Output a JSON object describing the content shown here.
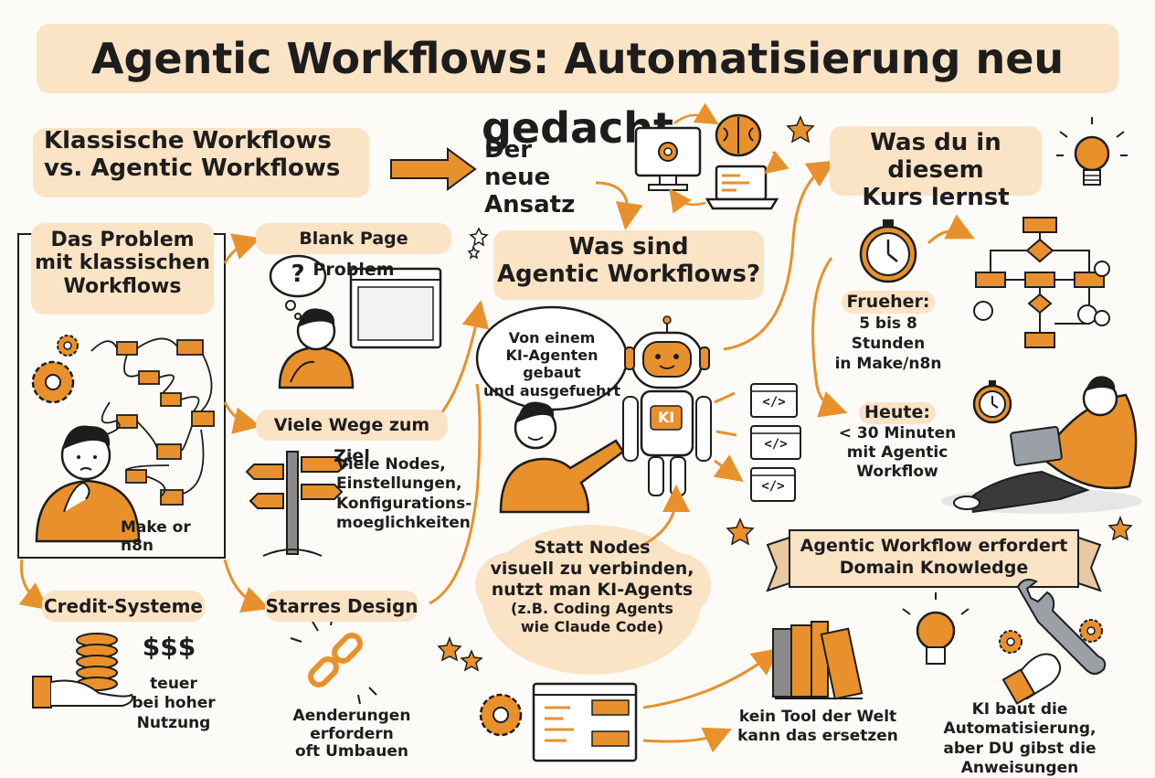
{
  "title": "Agentic Workflows: Automatisierung neu gedacht",
  "sections": {
    "compare": {
      "line1": "Klassische Workflows",
      "line2": "vs. Agentic Workflows"
    },
    "new_approach": {
      "line1": "Der neue",
      "line2": "Ansatz"
    },
    "learn": {
      "line1": "Was du in diesem",
      "line2": "Kurs lernst"
    },
    "problem": {
      "line1": "Das Problem",
      "line2": "mit klassischen",
      "line3": "Workflows",
      "caption": "Make or n8n"
    },
    "blank_page": "Blank Page Problem",
    "question_mark": "?",
    "many_paths": {
      "title": "Viele Wege zum Ziel",
      "line1": "Viele Nodes,",
      "line2": "Einstellungen,",
      "line3": "Konfigurations-",
      "line4": "moeglichkeiten"
    },
    "rigid": {
      "title": "Starres Design",
      "line1": "Aenderungen erfordern",
      "line2": "oft Umbauen"
    },
    "credits": {
      "title": "Credit-Systeme",
      "money": "$$$",
      "line1": "teuer",
      "line2": "bei hoher",
      "line3": "Nutzung"
    },
    "what_are": {
      "line1": "Was sind",
      "line2": "Agentic Workflows?"
    },
    "speech": {
      "line1": "Von einem",
      "line2": "KI-Agenten gebaut",
      "line3": "und ausgefuehrt"
    },
    "robot_label": "KI",
    "code_tag": "</>",
    "instead": {
      "line1": "Statt Nodes",
      "line2": "visuell zu verbinden,",
      "line3": "nutzt man KI-Agents",
      "line4": "(z.B. Coding Agents",
      "line5": "wie Claude Code)"
    },
    "before": {
      "title": "Frueher:",
      "line1": "5 bis 8 Stunden",
      "line2": "in Make/n8n"
    },
    "today": {
      "title": "Heute:",
      "line1": "< 30 Minuten",
      "line2": "mit Agentic",
      "line3": "Workflow"
    },
    "domain": {
      "line1": "Agentic Workflow erfordert",
      "line2": "Domain Knowledge",
      "books1": "kein Tool der Welt",
      "books2": "kann das ersetzen",
      "ki1": "KI baut die Automatisierung,",
      "ki2": "aber DU gibst die",
      "ki3": "Anweisungen"
    }
  },
  "colors": {
    "accent": "#e8912c",
    "highlight": "#fbe3c5",
    "ink": "#1d1d1d",
    "background": "#fdfbf7"
  },
  "icons": [
    "gear-icon",
    "brain-icon",
    "monitor-icon",
    "laptop-icon",
    "star-icon",
    "lightbulb-icon",
    "stopwatch-icon",
    "flowchart-icon",
    "thought-bubble-icon",
    "window-icon",
    "signpost-icon",
    "chain-icon",
    "coins-icon",
    "hand-icon",
    "robot-icon",
    "code-window-icon",
    "books-icon",
    "wrench-icon",
    "person-icon"
  ]
}
